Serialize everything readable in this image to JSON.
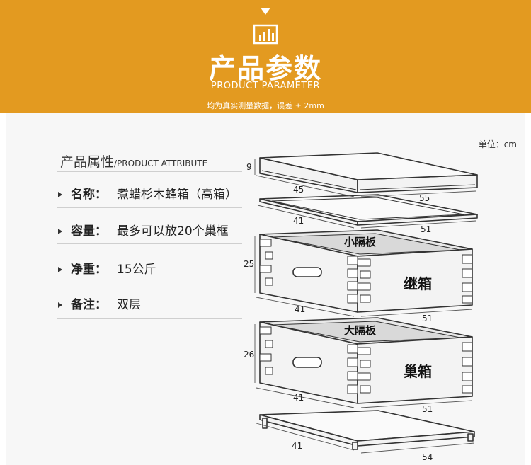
{
  "header": {
    "title": "产品参数",
    "subtitle": "PRODUCT PARAMETER",
    "note": "均为真实测量数据，误差 ± 2mm"
  },
  "unit_label": "单位：cm",
  "attributes": {
    "title": "产品属性",
    "title_en": "/PRODUCT ATTRIBUTE",
    "rows": [
      {
        "label": "名称：",
        "value": "煮蜡杉木蜂箱（高箱）"
      },
      {
        "label": "容量：",
        "value": "最多可以放20个巢框"
      },
      {
        "label": "净重：",
        "value": "15公斤"
      },
      {
        "label": "备注：",
        "value": "双层"
      }
    ]
  },
  "diagram": {
    "lid": {
      "height": "9",
      "width": "45",
      "length": "55"
    },
    "board": {
      "width": "41",
      "length": "51"
    },
    "upper_box": {
      "name": "继箱",
      "partition": "小隔板",
      "height": "25",
      "width": "41",
      "length": "51"
    },
    "lower_box": {
      "name": "巢箱",
      "partition": "大隔板",
      "height": "26",
      "width": "41",
      "length": "51"
    },
    "base": {
      "width": "41",
      "length": "54"
    }
  }
}
